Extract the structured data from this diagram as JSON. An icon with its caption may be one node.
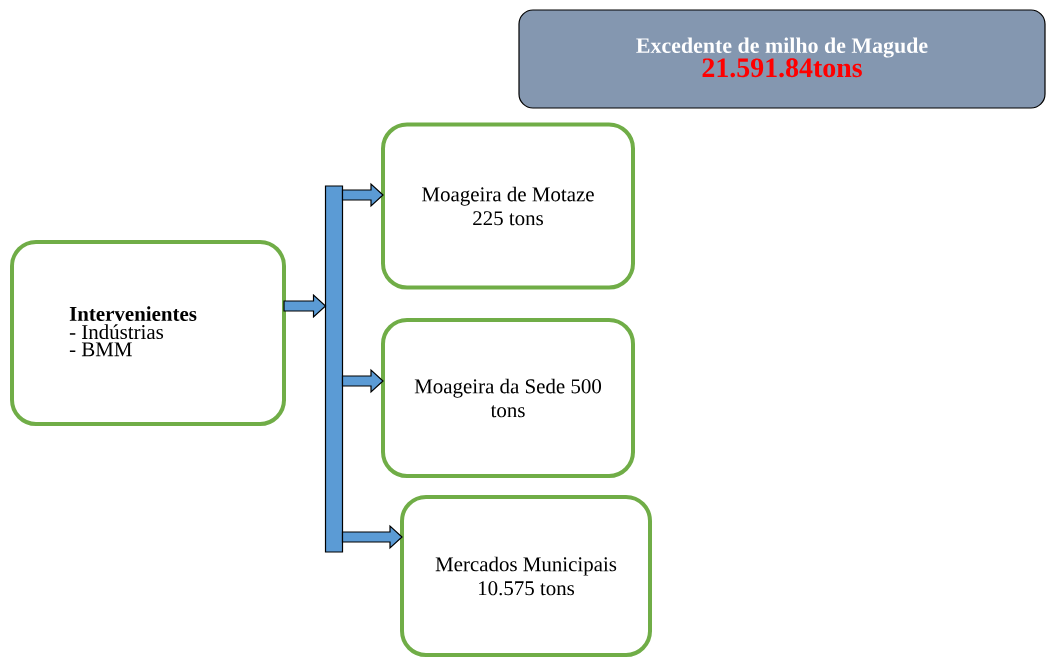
{
  "diagram": {
    "nodes": [
      {
        "text": [
          "Excedente de milho de Magude",
          "21.591.84tons"
        ]
      },
      {
        "text": [
          "Intervenientes",
          "- Indústrias",
          "- BMM"
        ]
      },
      {
        "text": [],
        "shape": "bar"
      },
      {
        "text": [
          "Moageira de Motaze 225 tons"
        ]
      },
      {
        "text": [
          "Moageira da Sede 500 tons"
        ]
      },
      {
        "text": [
          "Mercados Municipais 10.575 tons"
        ]
      }
    ],
    "edges": [
      {
        "from": 1,
        "to": 2,
        "arrow": "to"
      },
      {
        "from": 2,
        "to": 3,
        "arrow": "to"
      },
      {
        "from": 2,
        "to": 4,
        "arrow": "to"
      },
      {
        "from": 2,
        "to": 5,
        "arrow": "to"
      }
    ]
  }
}
